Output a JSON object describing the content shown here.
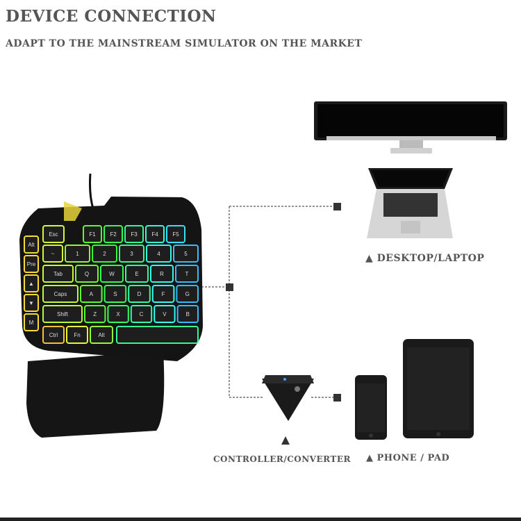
{
  "header": {
    "title": "DEVICE CONNECTION",
    "subtitle": "ADAPT TO THE MAINSTREAM SIMULATOR ON THE MARKET"
  },
  "labels": {
    "desktop_laptop": "▲ DESKTOP/LAPTOP",
    "controller_converter": "CONTROLLER/CONVERTER",
    "phone_pad": "▲ PHONE / PAD"
  },
  "keyboard": {
    "rows": [
      [
        "Esc",
        "F1",
        "F2",
        "F3",
        "F4",
        "F5"
      ],
      [
        "~",
        "1",
        "2",
        "3",
        "4",
        "5"
      ],
      [
        "Tab",
        "Q",
        "W",
        "E",
        "R",
        "T"
      ],
      [
        "Caps",
        "A",
        "S",
        "D",
        "F",
        "G"
      ],
      [
        "Shift",
        "Z",
        "X",
        "C",
        "V",
        "B"
      ],
      [
        "Ctrl",
        "Fn",
        "Alt",
        ""
      ]
    ],
    "side_keys": [
      "Alt",
      "Pre",
      "▲",
      "▼",
      "M"
    ]
  },
  "colors": {
    "text": "#555555",
    "device": "#1a1a1a",
    "line": "#555555"
  }
}
